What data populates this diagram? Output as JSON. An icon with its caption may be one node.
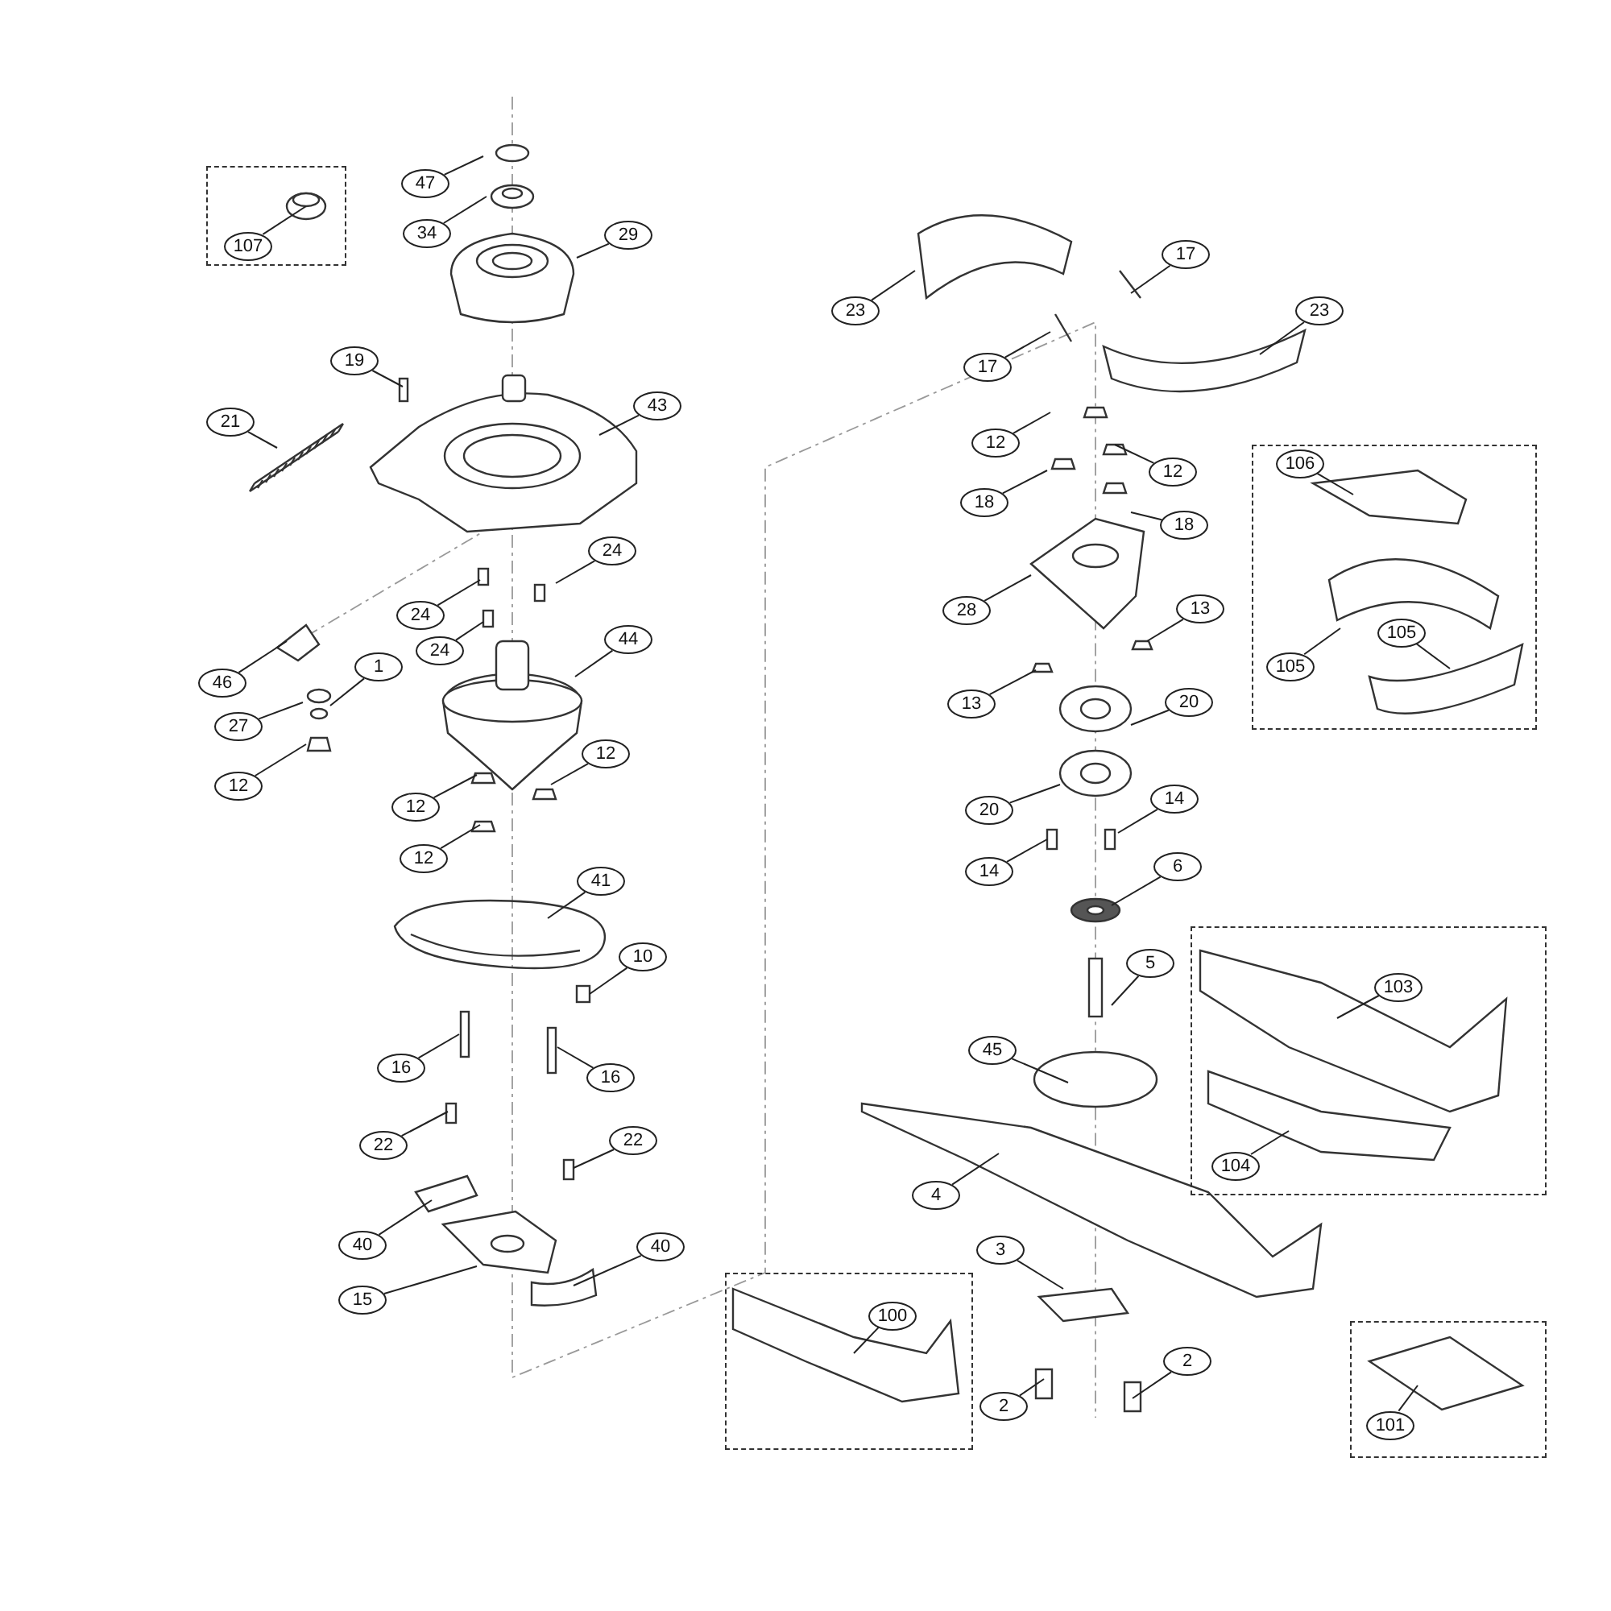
{
  "diagram": {
    "nodes": [
      {
        "text": [],
        "shape": "box"
      },
      {
        "text": [],
        "shape": "box"
      },
      {
        "text": [],
        "shape": "box"
      },
      {
        "text": [],
        "shape": "box"
      },
      {
        "text": [],
        "shape": "box"
      },
      {
        "text": [
          "107"
        ],
        "in": 0
      },
      {
        "text": [
          "47"
        ]
      },
      {
        "text": [
          "34"
        ]
      },
      {
        "text": [
          "29"
        ]
      },
      {
        "text": [
          "23"
        ]
      },
      {
        "text": [
          "17"
        ]
      },
      {
        "text": [
          "19"
        ]
      },
      {
        "text": [
          "17"
        ]
      },
      {
        "text": [
          "23"
        ]
      },
      {
        "text": [
          "43"
        ]
      },
      {
        "text": [
          "21"
        ]
      },
      {
        "text": [
          "12"
        ]
      },
      {
        "text": [
          "12"
        ]
      },
      {
        "text": [
          "106"
        ],
        "in": 1
      },
      {
        "text": [
          "18"
        ]
      },
      {
        "text": [
          "18"
        ]
      },
      {
        "text": [
          "24"
        ]
      },
      {
        "text": [
          "28"
        ]
      },
      {
        "text": [
          "24"
        ]
      },
      {
        "text": [
          "13"
        ]
      },
      {
        "text": [
          "24"
        ]
      },
      {
        "text": [
          "44"
        ]
      },
      {
        "text": [
          "1"
        ]
      },
      {
        "text": [
          "105"
        ],
        "in": 1
      },
      {
        "text": [
          "105"
        ],
        "in": 1
      },
      {
        "text": [
          "46"
        ]
      },
      {
        "text": [
          "20"
        ]
      },
      {
        "text": [
          "13"
        ]
      },
      {
        "text": [
          "27"
        ]
      },
      {
        "text": [
          "12"
        ]
      },
      {
        "text": [
          "12"
        ]
      },
      {
        "text": [
          "14"
        ]
      },
      {
        "text": [
          "12"
        ]
      },
      {
        "text": [
          "20"
        ]
      },
      {
        "text": [
          "12"
        ]
      },
      {
        "text": [
          "6"
        ]
      },
      {
        "text": [
          "14"
        ]
      },
      {
        "text": [
          "41"
        ]
      },
      {
        "text": [
          "10"
        ]
      },
      {
        "text": [
          "5"
        ]
      },
      {
        "text": [
          "103"
        ],
        "in": 2
      },
      {
        "text": [
          "45"
        ]
      },
      {
        "text": [
          "16"
        ]
      },
      {
        "text": [
          "16"
        ]
      },
      {
        "text": [
          "22"
        ]
      },
      {
        "text": [
          "22"
        ]
      },
      {
        "text": [
          "104"
        ],
        "in": 2
      },
      {
        "text": [
          "4"
        ]
      },
      {
        "text": [
          "40"
        ]
      },
      {
        "text": [
          "40"
        ]
      },
      {
        "text": [
          "3"
        ]
      },
      {
        "text": [
          "15"
        ]
      },
      {
        "text": [
          "100"
        ],
        "in": 3
      },
      {
        "text": [
          "2"
        ]
      },
      {
        "text": [
          "2"
        ]
      },
      {
        "text": [
          "101"
        ],
        "in": 4
      }
    ],
    "edges": [
      {
        "from": 5,
        "to": null,
        "arrow": "none"
      },
      {
        "from": 6,
        "to": null,
        "arrow": "none"
      },
      {
        "from": 7,
        "to": null,
        "arrow": "none"
      },
      {
        "from": 8,
        "to": null,
        "arrow": "none"
      },
      {
        "from": 9,
        "to": null,
        "arrow": "none"
      },
      {
        "from": 10,
        "to": null,
        "arrow": "none"
      },
      {
        "from": 11,
        "to": null,
        "arrow": "none"
      },
      {
        "from": 12,
        "to": null,
        "arrow": "none"
      },
      {
        "from": 13,
        "to": null,
        "arrow": "none"
      },
      {
        "from": 14,
        "to": null,
        "arrow": "none"
      },
      {
        "from": 15,
        "to": null,
        "arrow": "none"
      },
      {
        "from": 16,
        "to": null,
        "arrow": "none"
      },
      {
        "from": 17,
        "to": null,
        "arrow": "none"
      },
      {
        "from": 18,
        "to": null,
        "arrow": "none"
      },
      {
        "from": 19,
        "to": null,
        "arrow": "none"
      },
      {
        "from": 20,
        "to": null,
        "arrow": "none"
      },
      {
        "from": 21,
        "to": null,
        "arrow": "none"
      },
      {
        "from": 22,
        "to": null,
        "arrow": "none"
      },
      {
        "from": 23,
        "to": null,
        "arrow": "none"
      },
      {
        "from": 24,
        "to": null,
        "arrow": "none"
      },
      {
        "from": 25,
        "to": null,
        "arrow": "none"
      },
      {
        "from": 26,
        "to": null,
        "arrow": "none"
      },
      {
        "from": 27,
        "to": null,
        "arrow": "none"
      },
      {
        "from": 28,
        "to": null,
        "arrow": "none"
      },
      {
        "from": 29,
        "to": null,
        "arrow": "none"
      },
      {
        "from": 30,
        "to": null,
        "arrow": "none"
      },
      {
        "from": 31,
        "to": null,
        "arrow": "none"
      },
      {
        "from": 32,
        "to": null,
        "arrow": "none"
      },
      {
        "from": 33,
        "to": null,
        "arrow": "none"
      },
      {
        "from": 34,
        "to": null,
        "arrow": "none"
      },
      {
        "from": 35,
        "to": null,
        "arrow": "none"
      },
      {
        "from": 36,
        "to": null,
        "arrow": "none"
      },
      {
        "from": 37,
        "to": null,
        "arrow": "none"
      },
      {
        "from": 38,
        "to": null,
        "arrow": "none"
      },
      {
        "from": 39,
        "to": null,
        "arrow": "none"
      },
      {
        "from": 40,
        "to": null,
        "arrow": "none"
      },
      {
        "from": 41,
        "to": null,
        "arrow": "none"
      },
      {
        "from": 42,
        "to": null,
        "arrow": "none"
      },
      {
        "from": 43,
        "to": null,
        "arrow": "none"
      },
      {
        "from": 44,
        "to": null,
        "arrow": "none"
      },
      {
        "from": 45,
        "to": null,
        "arrow": "none"
      },
      {
        "from": 46,
        "to": null,
        "arrow": "none"
      },
      {
        "from": 47,
        "to": null,
        "arrow": "none"
      },
      {
        "from": 48,
        "to": null,
        "arrow": "none"
      },
      {
        "from": 49,
        "to": null,
        "arrow": "none"
      },
      {
        "from": 50,
        "to": null,
        "arrow": "none"
      },
      {
        "from": 51,
        "to": null,
        "arrow": "none"
      },
      {
        "from": 52,
        "to": null,
        "arrow": "none"
      },
      {
        "from": 53,
        "to": null,
        "arrow": "none"
      },
      {
        "from": 54,
        "to": null,
        "arrow": "none"
      },
      {
        "from": 55,
        "to": null,
        "arrow": "none"
      },
      {
        "from": 56,
        "to": null,
        "arrow": "none"
      },
      {
        "from": 57,
        "to": null,
        "arrow": "none"
      },
      {
        "from": 58,
        "to": null,
        "arrow": "none"
      },
      {
        "from": 59,
        "to": null,
        "arrow": "none"
      },
      {
        "from": 60,
        "to": null,
        "arrow": "none"
      }
    ]
  }
}
